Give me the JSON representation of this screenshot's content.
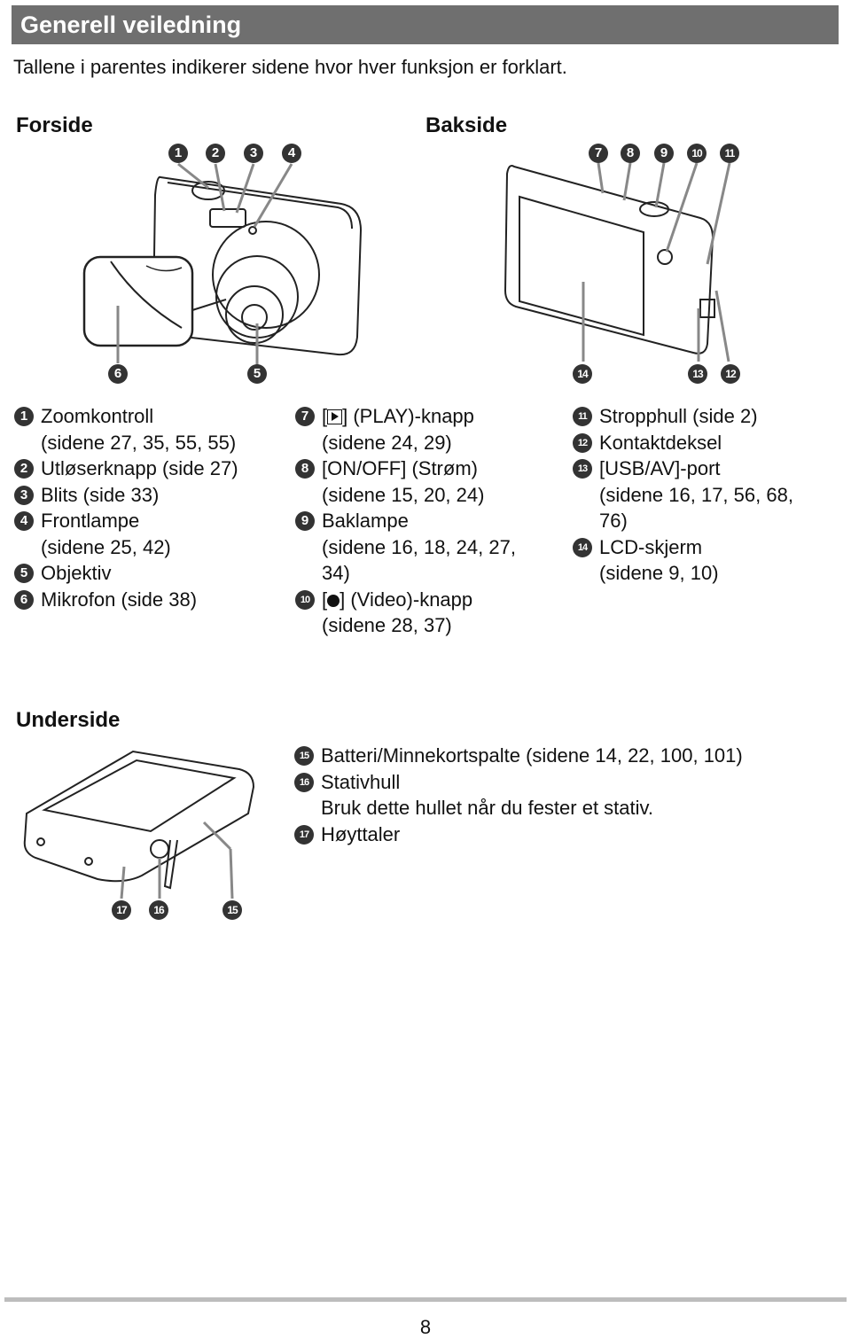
{
  "header": {
    "title": "Generell veiledning"
  },
  "intro": "Tallene i parentes indikerer sidene hvor hver funksjon er forklart.",
  "front": {
    "heading": "Forside",
    "items": [
      {
        "n": "1",
        "label": "Zoomkontroll",
        "pages": "(sidene 27, 35, 55, 55)"
      },
      {
        "n": "2",
        "label": "Utløserknapp (side 27)"
      },
      {
        "n": "3",
        "label": "Blits (side 33)"
      },
      {
        "n": "4",
        "label": "Frontlampe",
        "pages": "(sidene 25, 42)"
      },
      {
        "n": "5",
        "label": "Objektiv"
      },
      {
        "n": "6",
        "label": "Mikrofon (side 38)"
      }
    ]
  },
  "back": {
    "heading": "Bakside",
    "items": [
      {
        "n": "7",
        "label_pre": "[",
        "label_post": "] (PLAY)-knapp",
        "pages": "(sidene 24, 29)"
      },
      {
        "n": "8",
        "label": "[ON/OFF] (Strøm)",
        "pages": "(sidene 15, 20, 24)"
      },
      {
        "n": "9",
        "label": "Baklampe",
        "pages": "(sidene 16, 18, 24, 27,",
        "pages2": "34)"
      },
      {
        "n": "10",
        "label_pre": "[",
        "label_post": "] (Video)-knapp",
        "pages": "(sidene 28, 37)"
      },
      {
        "n": "11",
        "label": "Stropphull (side 2)"
      },
      {
        "n": "12",
        "label": "Kontaktdeksel"
      },
      {
        "n": "13",
        "label": "[USB/AV]-port",
        "pages": "(sidene 16, 17, 56, 68,",
        "pages2": "76)"
      },
      {
        "n": "14",
        "label": "LCD-skjerm",
        "pages": "(sidene 9, 10)"
      }
    ]
  },
  "bottom": {
    "heading": "Underside",
    "items": [
      {
        "n": "15",
        "label": "Batteri/Minnekortspalte (sidene 14, 22, 100, 101)"
      },
      {
        "n": "16",
        "label": "Stativhull",
        "pages": "Bruk dette hullet når du fester et stativ."
      },
      {
        "n": "17",
        "label": "Høyttaler"
      }
    ]
  },
  "footer": {
    "page": "8"
  }
}
